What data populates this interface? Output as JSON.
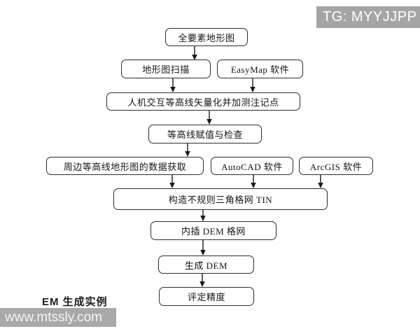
{
  "badge": {
    "label": "TG: MYYJJPP"
  },
  "watermark": {
    "label": "www.mtssly.com"
  },
  "caption": {
    "label": "EM 生成实例"
  },
  "colors": {
    "badge_bg": "#a5a5a5",
    "watermark_bg": "#a9a9a9",
    "node_border": "#2e2e2e",
    "node_fill": "#fefefe",
    "arrow": "#1a1a1a",
    "page_bg": "#ffffff"
  },
  "diagram": {
    "type": "flowchart",
    "nodes": [
      {
        "id": "full-topo-map",
        "label": "全要素地形图"
      },
      {
        "id": "map-scan",
        "label": "地形图扫描"
      },
      {
        "id": "easymap",
        "label": "EasyMap 软件"
      },
      {
        "id": "vectorize",
        "label": "人机交互等高线矢量化并加测注记点"
      },
      {
        "id": "assign-check",
        "label": "等高线赋值与检查"
      },
      {
        "id": "peripheral-data",
        "label": "周边等高线地形图的数据获取"
      },
      {
        "id": "autocad",
        "label": "AutoCAD 软件"
      },
      {
        "id": "arcgis",
        "label": "ArcGIS 软件"
      },
      {
        "id": "build-tin",
        "label": "构造不规则三角格网 TIN"
      },
      {
        "id": "interp-dem",
        "label": "内插 DEM 格网"
      },
      {
        "id": "generate-dem",
        "label": "生成 DEM"
      },
      {
        "id": "assess-accuracy",
        "label": "评定精度"
      }
    ],
    "edges": [
      {
        "from": "full-topo-map",
        "to": "map-scan"
      },
      {
        "from": "map-scan",
        "to": "vectorize"
      },
      {
        "from": "easymap",
        "to": "vectorize"
      },
      {
        "from": "vectorize",
        "to": "assign-check"
      },
      {
        "from": "assign-check",
        "to": "peripheral-data"
      },
      {
        "from": "peripheral-data",
        "to": "build-tin"
      },
      {
        "from": "autocad",
        "to": "build-tin"
      },
      {
        "from": "arcgis",
        "to": "build-tin"
      },
      {
        "from": "build-tin",
        "to": "interp-dem"
      },
      {
        "from": "interp-dem",
        "to": "generate-dem"
      },
      {
        "from": "generate-dem",
        "to": "assess-accuracy"
      }
    ]
  }
}
